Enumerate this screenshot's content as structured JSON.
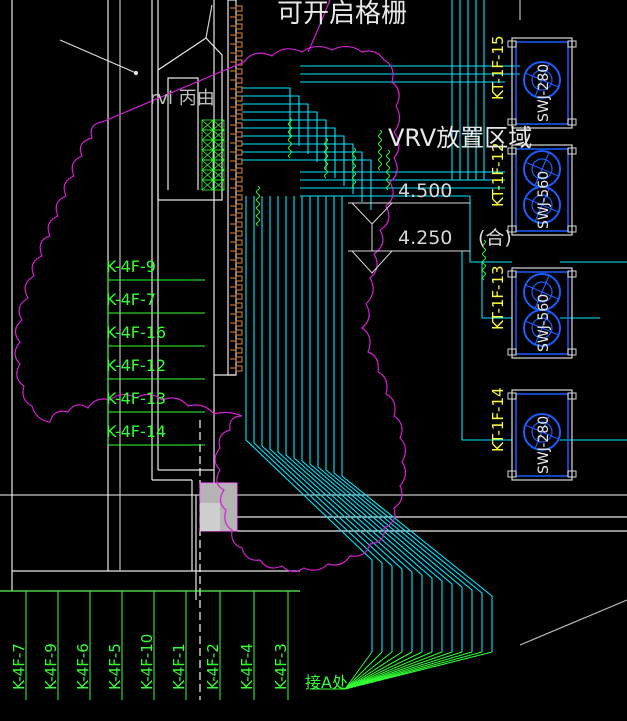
{
  "title_top": "可开启格栅",
  "label_room": "rvi 丙由",
  "label_vrv": "VRV放置区域",
  "level_upper": "4.500",
  "level_lower": "4.250",
  "level_note": "(合)",
  "bottom_note": "接A处",
  "colors": {
    "background": "#000000",
    "pipe_cyan": "#00e5ff",
    "label_green": "#33ff33",
    "label_yellow": "#ffff33",
    "cloud_magenta": "#d11fd1",
    "unit_blue": "#1a5cff",
    "structure_white": "#e8e8e8",
    "grid_grey": "#9a9a9a"
  },
  "left_labels": [
    "K-4F-9",
    "K-4F-7",
    "K-4F-16",
    "K-4F-12",
    "K-4F-13",
    "K-4F-14"
  ],
  "bottom_labels": [
    "K-4F-7",
    "K-4F-9",
    "K-4F-6",
    "K-4F-5",
    "K-4F-10",
    "K-4F-1",
    "K-4F-2",
    "K-4F-4",
    "K-4F-3"
  ],
  "units": [
    {
      "id": "KT-1F-15",
      "model": "SWJ-280"
    },
    {
      "id": "KT-1F-12",
      "model": "SWJ-560"
    },
    {
      "id": "KT-1F-13",
      "model": "SWJ-560"
    },
    {
      "id": "KT-1F-14",
      "model": "SWJ-280"
    }
  ]
}
